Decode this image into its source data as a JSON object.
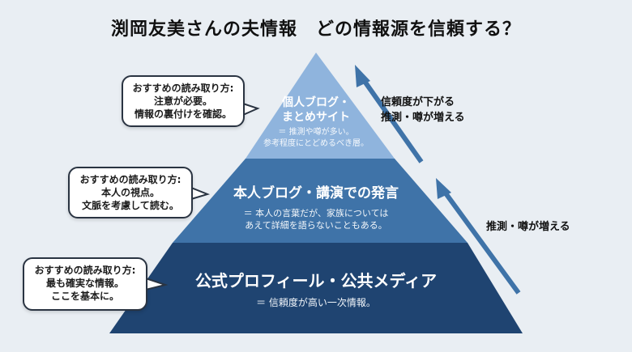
{
  "title": "渕岡友美さんの夫情報　どの情報源を信頼する？",
  "tiers": {
    "top": {
      "heading_line1": "個人ブログ・",
      "heading_line2": "まとめサイト",
      "desc_line1": "＝ 推測や噂が多い。",
      "desc_line2": "参考程度にとどめるべき層。",
      "color": "#8fb4dd"
    },
    "middle": {
      "heading": "本人ブログ・講演での発言",
      "desc_line1": "＝ 本人の言葉だが、家族については",
      "desc_line2": "あえて詳細を語らないこともある。",
      "color": "#3f73a8"
    },
    "bottom": {
      "heading": "公式プロフィール・公共メディア",
      "desc_line1": "＝ 信頼度が高い一次情報。",
      "color": "#1f4471"
    }
  },
  "bubbles": {
    "top": {
      "label": "おすすめの読み取り方:",
      "line1": "注意が必要。",
      "line2": "情報の裏付けを確認。"
    },
    "middle": {
      "label": "おすすめの読み取り方:",
      "line1": "本人の視点。",
      "line2": "文脈を考慮して読む。"
    },
    "bottom": {
      "label": "おすすめの読み取り方:",
      "line1": "最も確実な情報。",
      "line2": "ここを基本に。"
    }
  },
  "annotations": {
    "upper_line1": "信頼度が下がる",
    "upper_line2": "推測・噂が増える",
    "lower": "推測・噂が増える"
  },
  "colors": {
    "arrow": "#3f73a8",
    "background": "#e9eef3"
  }
}
